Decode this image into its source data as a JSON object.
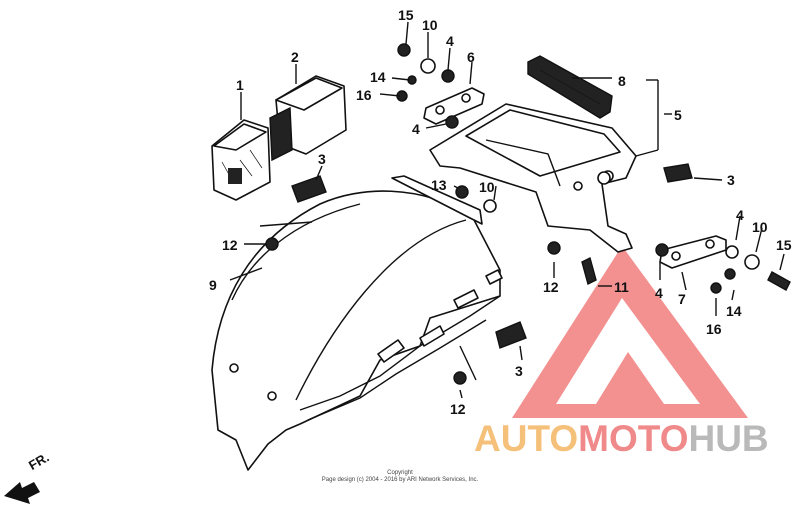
{
  "callouts": {
    "c1": "1",
    "c2": "2",
    "c3a": "3",
    "c3b": "3",
    "c3c": "3",
    "c4a": "4",
    "c4b": "4",
    "c4c": "4",
    "c4d": "4",
    "c5": "5",
    "c6": "6",
    "c7": "7",
    "c8": "8",
    "c9": "9",
    "c10a": "10",
    "c10b": "10",
    "c10c": "10",
    "c11": "11",
    "c12a": "12",
    "c12b": "12",
    "c12c": "12",
    "c13": "13",
    "c14a": "14",
    "c14b": "14",
    "c15a": "15",
    "c15b": "15",
    "c16a": "16",
    "c16b": "16"
  },
  "direction_label": "FR.",
  "copyright": {
    "line1": "Copyright",
    "line2": "Page design (c) 2004 - 2016 by ARI Network Services, Inc."
  },
  "watermark": {
    "part1": "AUTO",
    "part2": "MOTO",
    "part3": "HUB",
    "color1": "#f5c07a",
    "color2": "#f08a8a",
    "color3": "#b9b9b9",
    "logo_color": "#f06b6b"
  }
}
